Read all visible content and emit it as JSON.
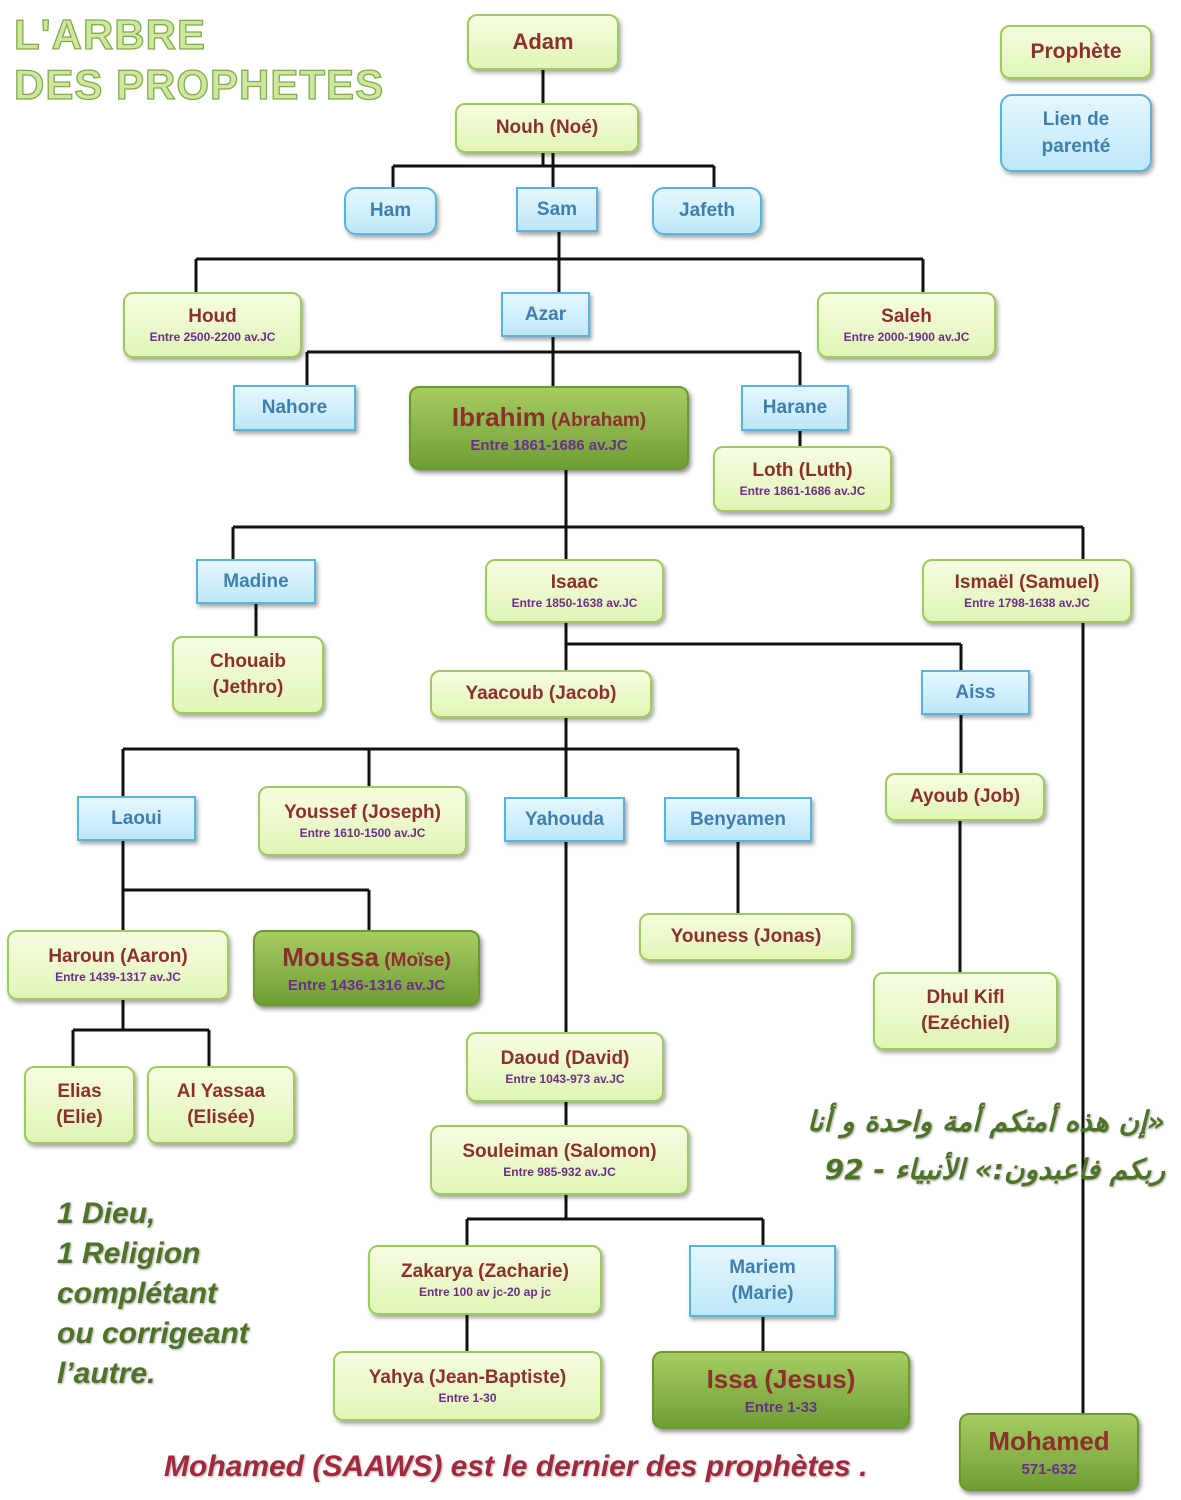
{
  "title": {
    "line1": "L'ARBRE",
    "line2": "DES PROPHETES"
  },
  "legend": {
    "prophet": "Prophète",
    "link": "Lien de parenté"
  },
  "nodes": {
    "adam": {
      "name": "Adam"
    },
    "nouh": {
      "name": "Nouh (Noé)"
    },
    "ham": {
      "name": "Ham"
    },
    "sam": {
      "name": "Sam"
    },
    "jafeth": {
      "name": "Jafeth"
    },
    "houd": {
      "name": "Houd",
      "date": "Entre 2500-2200 av.JC"
    },
    "azar": {
      "name": "Azar"
    },
    "saleh": {
      "name": "Saleh",
      "date": "Entre 2000-1900 av.JC"
    },
    "nahore": {
      "name": "Nahore"
    },
    "ibrahim": {
      "name": "Ibrahim",
      "alt": "(Abraham)",
      "date": "Entre 1861-1686 av.JC"
    },
    "harane": {
      "name": "Harane"
    },
    "loth": {
      "name": "Loth (Luth)",
      "date": "Entre 1861-1686 av.JC"
    },
    "madine": {
      "name": "Madine"
    },
    "isaac": {
      "name": "Isaac",
      "date": "Entre 1850-1638 av.JC"
    },
    "ismael": {
      "name": "Ismaël (Samuel)",
      "date": "Entre 1798-1638 av.JC"
    },
    "chouaib": {
      "name": "Chouaib",
      "alt": "(Jethro)"
    },
    "yaacoub": {
      "name": "Yaacoub (Jacob)"
    },
    "aiss": {
      "name": "Aiss"
    },
    "laoui": {
      "name": "Laoui"
    },
    "youssef": {
      "name": "Youssef (Joseph)",
      "date": "Entre 1610-1500 av.JC"
    },
    "yahouda": {
      "name": "Yahouda"
    },
    "benyamen": {
      "name": "Benyamen"
    },
    "ayoub": {
      "name": "Ayoub (Job)"
    },
    "haroun": {
      "name": "Haroun (Aaron)",
      "date": "Entre 1439-1317 av.JC"
    },
    "moussa": {
      "name": "Moussa",
      "alt": "(Moïse)",
      "date": "Entre 1436-1316 av.JC"
    },
    "youness": {
      "name": "Youness (Jonas)"
    },
    "dhulkifl": {
      "name": "Dhul Kifl",
      "alt": "(Ezéchiel)"
    },
    "elias": {
      "name": "Elias",
      "alt": "(Elie)"
    },
    "alyassaa": {
      "name": "Al Yassaa",
      "alt": "(Elisée)"
    },
    "daoud": {
      "name": "Daoud (David)",
      "date": "Entre 1043-973 av.JC"
    },
    "souleiman": {
      "name": "Souleiman (Salomon)",
      "date": "Entre 985-932 av.JC"
    },
    "zakarya": {
      "name": "Zakarya  (Zacharie)",
      "date": "Entre 100 av jc-20 ap jc"
    },
    "mariem": {
      "name": "Mariem",
      "alt": "(Marie)"
    },
    "yahya": {
      "name": "Yahya  (Jean-Baptiste)",
      "date": "Entre 1-30"
    },
    "issa": {
      "name": "Issa  (Jesus)",
      "date": "Entre 1-33"
    },
    "mohamed": {
      "name": "Mohamed",
      "date": "571-632"
    }
  },
  "slogan": {
    "l1": "1 Dieu,",
    "l2": "1 Religion",
    "l3": "complétant",
    "l4": "ou corrigeant",
    "l5": "l’autre."
  },
  "quote": {
    "l1": "«إن هذه أمتكم أمة واحدة و أنا",
    "l2": "ربكم فاعبدون:» الأنبياء - 92"
  },
  "footer": "Mohamed (SAAWS) est le dernier des prophètes ."
}
